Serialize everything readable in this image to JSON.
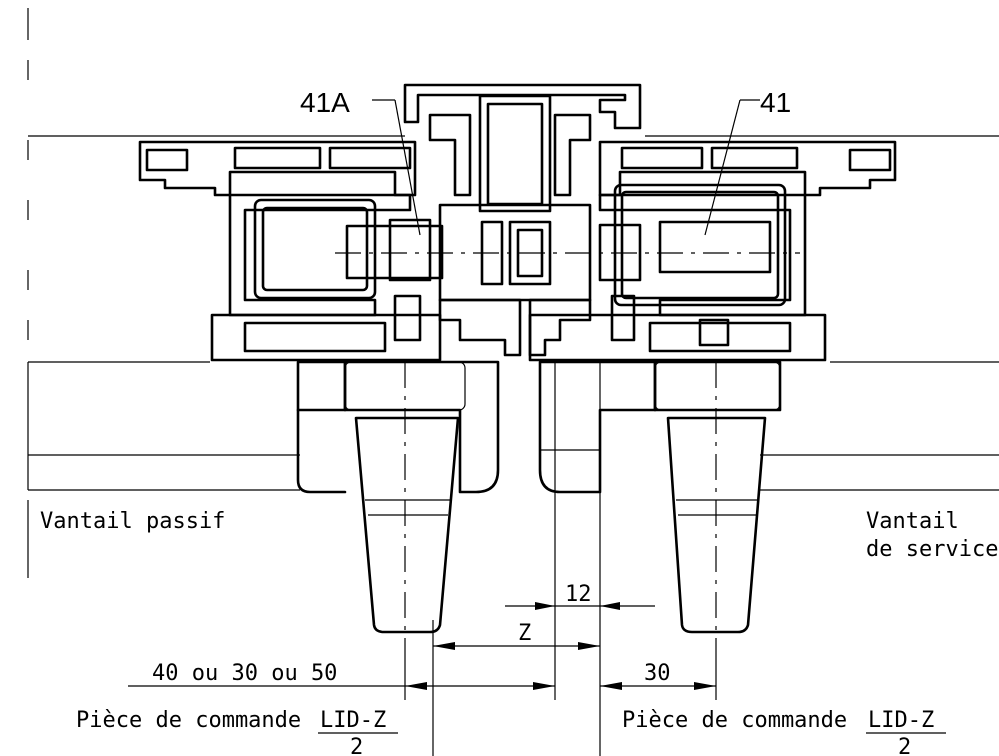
{
  "labels": {
    "ref_left": "41A",
    "ref_right": "41",
    "leaf_left": "Vantail passif",
    "leaf_right_line1": "Vantail",
    "leaf_right_line2": "de service",
    "dim_gap": "12",
    "dim_z": "Z",
    "dim_left": "40 ou 30 ou 50",
    "dim_right": "30",
    "formula_left_prefix": "Pièce de commande",
    "formula_left_num": "LID-Z",
    "formula_left_den": "2",
    "formula_right_prefix": "Pièce de commande",
    "formula_right_num": "LID-Z",
    "formula_right_den": "2"
  }
}
